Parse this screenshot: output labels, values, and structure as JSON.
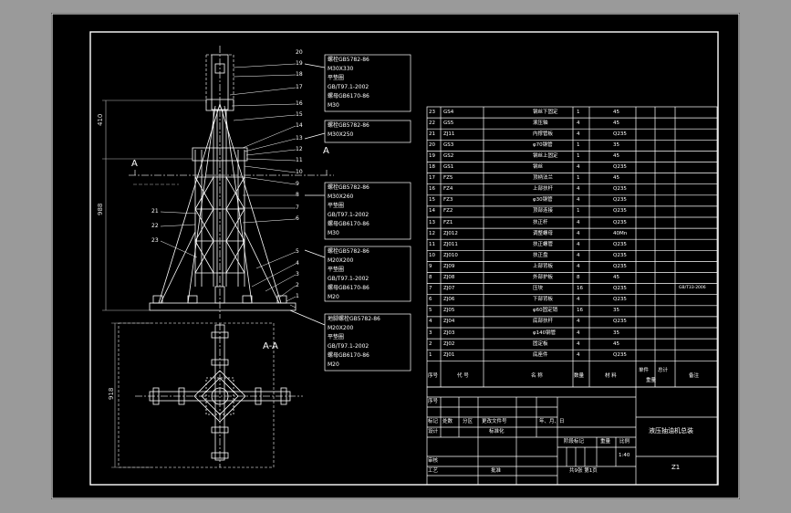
{
  "section_label": "A",
  "section_view_label": "A-A",
  "dimensions": {
    "d1": "410",
    "d2": "988",
    "d3": "918"
  },
  "balloons_right": [
    "20",
    "19",
    "18",
    "17",
    "16",
    "15",
    "14",
    "13",
    "12",
    "11",
    "10",
    "9",
    "8",
    "7",
    "6",
    "5",
    "4",
    "3",
    "2",
    "1"
  ],
  "balloons_left": [
    "21",
    "22",
    "23"
  ],
  "callouts": [
    {
      "lines": [
        "螺栓GB5782-86",
        "M30X330",
        "平垫圈",
        "GB/T97.1-2002",
        "螺母GB6170-86",
        "M30"
      ]
    },
    {
      "lines": [
        "螺栓GB5782-86",
        "M30X250"
      ]
    },
    {
      "lines": [
        "螺栓GB5782-86",
        "M30X260",
        "平垫圈",
        "GB/T97.1-2002",
        "螺母GB6170-86",
        "M30"
      ]
    },
    {
      "lines": [
        "螺栓GB5782-86",
        "M20X200",
        "平垫圈",
        "GB/T97.1-2002",
        "螺母GB6170-86",
        "M20"
      ]
    },
    {
      "lines": [
        "地脚螺栓GB5782-86",
        "M20X200",
        "平垫圈",
        "GB/T97.1-2002",
        "螺母GB6170-86",
        "M20"
      ]
    }
  ],
  "bom": {
    "rows": [
      [
        "23",
        "GS4",
        "钢丝下固定",
        "1",
        "45"
      ],
      [
        "22",
        "GS5",
        "滚压轴",
        "4",
        "45"
      ],
      [
        "21",
        "ZJ11",
        "内撑管板",
        "4",
        "Q235"
      ],
      [
        "20",
        "GS3",
        "φ70钢管",
        "1",
        "35"
      ],
      [
        "19",
        "GS2",
        "钢丝上固定",
        "1",
        "45"
      ],
      [
        "18",
        "GS1",
        "钢丝",
        "4",
        "Q235"
      ],
      [
        "17",
        "FZ5",
        "顶柄法兰",
        "1",
        "45"
      ],
      [
        "16",
        "FZ4",
        "上部扶杆",
        "4",
        "Q235"
      ],
      [
        "15",
        "FZ3",
        "φ30钢管",
        "4",
        "Q235"
      ],
      [
        "14",
        "FZ2",
        "顶部连接",
        "1",
        "Q235"
      ],
      [
        "13",
        "FZ1",
        "扶正杆",
        "4",
        "Q235"
      ],
      [
        "12",
        "ZJ012",
        "调整螺母",
        "4",
        "40Mn"
      ],
      [
        "11",
        "ZJ011",
        "扶正螺管",
        "4",
        "Q235"
      ],
      [
        "10",
        "ZJ010",
        "扶正盘",
        "4",
        "Q235"
      ],
      [
        "9",
        "ZJ09",
        "上部背板",
        "4",
        "Q235"
      ],
      [
        "8",
        "ZJ08",
        "外部护板",
        "8",
        "45"
      ],
      [
        "7",
        "ZJ07",
        "压块",
        "16",
        "Q235"
      ],
      [
        "6",
        "ZJ06",
        "下部背板",
        "4",
        "Q235"
      ],
      [
        "5",
        "ZJ05",
        "φ60固定销",
        "16",
        "35"
      ],
      [
        "4",
        "ZJ04",
        "底部扶杆",
        "4",
        "Q235"
      ],
      [
        "3",
        "ZJ03",
        "φ140钢管",
        "4",
        "35"
      ],
      [
        "2",
        "ZJ02",
        "固定板",
        "4",
        "45"
      ],
      [
        "1",
        "ZJ01",
        "底座件",
        "4",
        "Q235"
      ]
    ],
    "side_note": "GB/T33-2006",
    "header": {
      "no": "序号",
      "code": "代 号",
      "name": "名 称",
      "qty": "数量",
      "material": "材 料",
      "unit_weight": "单件",
      "total_weight": "总计",
      "weight": "重量",
      "remarks": "备注"
    }
  },
  "title_block": {
    "seq": "序号",
    "revision_labels": [
      "标记",
      "处数",
      "分区",
      "更改文件号",
      "年、月、日"
    ],
    "designer": "设计",
    "standardization": "标准化",
    "stage_mark": "阶段标记",
    "weight": "重量",
    "scale": "比例",
    "scale_value": "1:40",
    "checker": "审核",
    "process": "工艺",
    "approval": "批准",
    "sheets": "共9张 第1页",
    "drawing_title": "液压抽油机总装",
    "drawing_code": "Z1"
  }
}
